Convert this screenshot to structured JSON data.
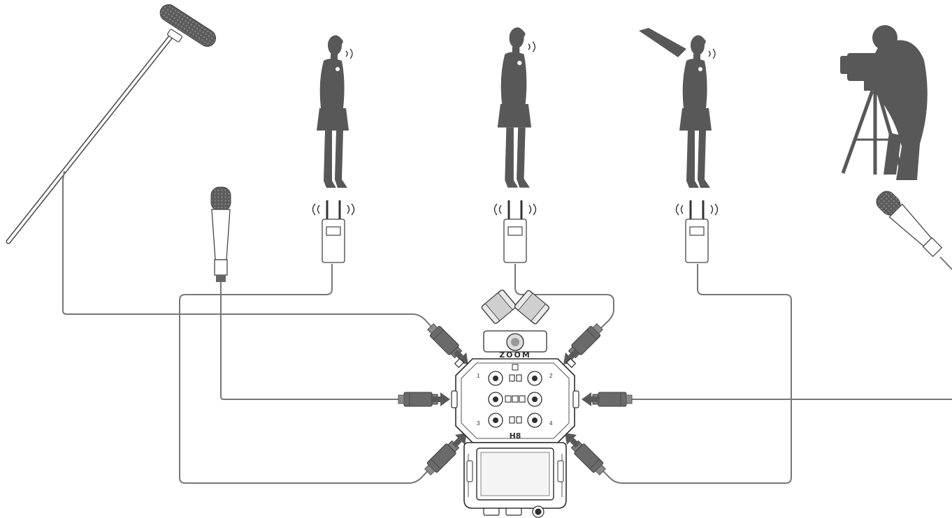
{
  "recorder": {
    "brand": "ZOOM",
    "model": "H8",
    "input_numbers": [
      "1",
      "2",
      "3",
      "4"
    ]
  },
  "colors": {
    "silhouette": "#585858",
    "cable": "#777777",
    "connector": "#6a6a6a",
    "arrow": "#595959",
    "outline": "#2e2e2e"
  },
  "icons": [
    "shotgun-mic-on-boom-icon",
    "handheld-mic-icon",
    "woman-with-lavalier-icon",
    "wireless-receiver-icon",
    "camera-operator-icon",
    "xlr-connector-icon",
    "insert-arrow-icon",
    "handy-recorder-icon"
  ]
}
